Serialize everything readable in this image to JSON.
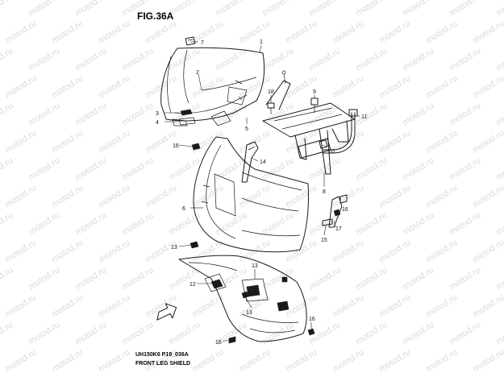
{
  "figure": {
    "title": "FIG.36A"
  },
  "footer": {
    "code": "UH150K6 P19_036A",
    "caption": "FRONT LEG SHIELD"
  },
  "watermark": "motod.ru",
  "callouts": [
    "1",
    "2",
    "3",
    "4",
    "5",
    "6",
    "7",
    "8",
    "9",
    "10",
    "11",
    "12",
    "13",
    "13",
    "13",
    "14",
    "15",
    "16",
    "16",
    "16",
    "16",
    "17",
    "18"
  ]
}
